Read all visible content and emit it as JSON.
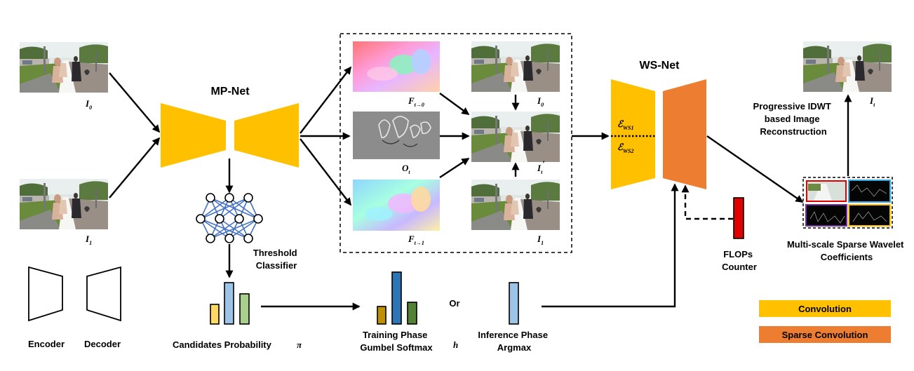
{
  "colors": {
    "convolution": "#FFC000",
    "sparse_convolution": "#ED7D31",
    "flops_counter": "#E00000"
  },
  "inputs": {
    "i0_base": "I",
    "i0_sub": "0",
    "i1_base": "I",
    "i1_sub": "1"
  },
  "mp_net": {
    "title": "MP-Net"
  },
  "threshold": {
    "line1": "Threshold",
    "line2": "Classifier"
  },
  "probability": {
    "label": "Candidates Probability",
    "symbol": "π"
  },
  "training": {
    "line1": "Training Phase",
    "line2": "Gumbel Softmax",
    "symbol": "h"
  },
  "or_label": "Or",
  "inference": {
    "line1": "Inference Phase",
    "line2": "Argmax"
  },
  "key": {
    "encoder": "Encoder",
    "decoder": "Decoder"
  },
  "flows": {
    "f_t0_base": "F",
    "f_t0_sub": "t→0",
    "o_t_base": "O",
    "o_t_sub": "t",
    "f_t1_base": "F",
    "f_t1_sub": "t→1",
    "i0_base": "I",
    "i0_sub": "0",
    "it_prime_base": "I",
    "it_prime_sub": "t",
    "it_prime_mark": "′",
    "i1_base": "I",
    "i1_sub": "1"
  },
  "ws_net": {
    "title": "WS-Net",
    "e1_base": "ℰ",
    "e1_sub": "WS1",
    "e2_base": "ℰ",
    "e2_sub": "WS2"
  },
  "flops": {
    "line1": "FLOPs",
    "line2": "Counter"
  },
  "output": {
    "it_base": "I",
    "it_sub": "t",
    "idwt_line1": "Progressive IDWT",
    "idwt_line2": "based Image",
    "idwt_line3": "Reconstruction"
  },
  "wavelet": {
    "line1": "Multi-scale Sparse Wavelet",
    "line2": "Coefficients"
  },
  "legend": {
    "convolution_label": "Convolution",
    "sparse_convolution_label": "Sparse Convolution"
  }
}
